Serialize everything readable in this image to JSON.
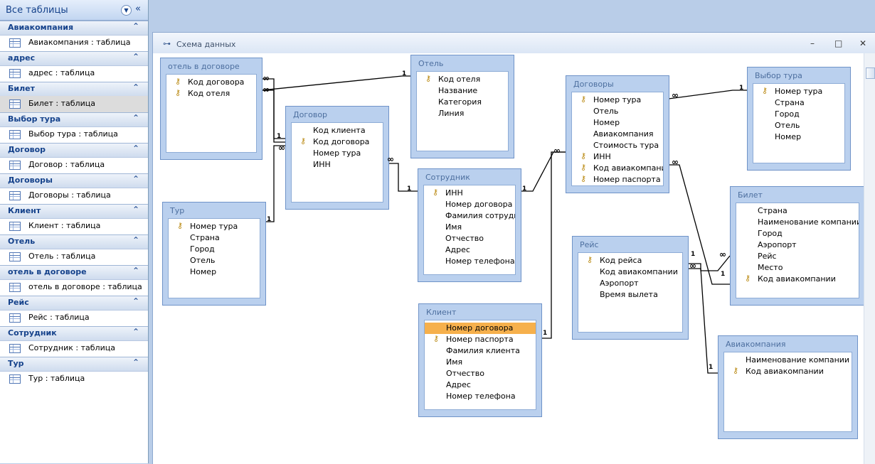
{
  "nav": {
    "title": "Все таблицы",
    "collapse_icon": "«",
    "groups": [
      {
        "name": "Авиакомпания",
        "item": "Авиакомпания : таблица"
      },
      {
        "name": "адрес",
        "item": "адрес : таблица"
      },
      {
        "name": "Билет",
        "item": "Билет : таблица",
        "selected": true
      },
      {
        "name": "Выбор тура",
        "item": "Выбор тура : таблица"
      },
      {
        "name": "Договор",
        "item": "Договор : таблица"
      },
      {
        "name": "Договоры",
        "item": "Договоры : таблица"
      },
      {
        "name": "Клиент",
        "item": "Клиент : таблица"
      },
      {
        "name": "Отель",
        "item": "Отель : таблица"
      },
      {
        "name": "отель в договоре",
        "item": "отель в договоре : таблица"
      },
      {
        "name": "Рейс",
        "item": "Рейс : таблица"
      },
      {
        "name": "Сотрудник",
        "item": "Сотрудник : таблица"
      },
      {
        "name": "Тур",
        "item": "Тур : таблица"
      }
    ]
  },
  "document": {
    "title": "Схема данных",
    "minimize": "–",
    "maximize": "□",
    "close": "✕"
  },
  "tables": {
    "otel_v_dogovore": {
      "title": "отель в договоре",
      "fields": [
        {
          "name": "Код договора",
          "key": true
        },
        {
          "name": "Код отеля",
          "key": true
        }
      ]
    },
    "otel": {
      "title": "Отель",
      "fields": [
        {
          "name": "Код отеля",
          "key": true
        },
        {
          "name": "Название"
        },
        {
          "name": "Категория"
        },
        {
          "name": "Линия"
        }
      ]
    },
    "dogovor": {
      "title": "Договор",
      "fields": [
        {
          "name": "Код клиента"
        },
        {
          "name": "Код договора",
          "key": true
        },
        {
          "name": "Номер тура"
        },
        {
          "name": "ИНН"
        }
      ]
    },
    "tur": {
      "title": "Тур",
      "fields": [
        {
          "name": "Номер тура",
          "key": true
        },
        {
          "name": "Страна"
        },
        {
          "name": "Город"
        },
        {
          "name": "Отель"
        },
        {
          "name": "Номер"
        }
      ]
    },
    "sotrudnik": {
      "title": "Сотрудник",
      "fields": [
        {
          "name": "ИНН",
          "key": true
        },
        {
          "name": "Номер договора"
        },
        {
          "name": "Фамилия сотрудни"
        },
        {
          "name": "Имя"
        },
        {
          "name": "Отчество"
        },
        {
          "name": "Адрес"
        },
        {
          "name": "Номер телефона"
        }
      ]
    },
    "dogovory": {
      "title": "Договоры",
      "fields": [
        {
          "name": "Номер тура",
          "key": true
        },
        {
          "name": "Отель"
        },
        {
          "name": "Номер"
        },
        {
          "name": "Авиакомпания"
        },
        {
          "name": "Стоимость тура"
        },
        {
          "name": "ИНН",
          "key": true
        },
        {
          "name": "Код авиакомпани",
          "key": true
        },
        {
          "name": "Номер паспорта",
          "key": true
        }
      ]
    },
    "vybor_tura": {
      "title": "Выбор тура",
      "fields": [
        {
          "name": "Номер тура",
          "key": true
        },
        {
          "name": "Страна"
        },
        {
          "name": "Город"
        },
        {
          "name": "Отель"
        },
        {
          "name": "Номер"
        }
      ]
    },
    "bilet": {
      "title": "Билет",
      "fields": [
        {
          "name": "Страна"
        },
        {
          "name": "Наименование компании"
        },
        {
          "name": "Город"
        },
        {
          "name": "Аэропорт"
        },
        {
          "name": "Рейс"
        },
        {
          "name": "Место"
        },
        {
          "name": "Код авиакомпании",
          "key": true
        }
      ]
    },
    "reys": {
      "title": "Рейс",
      "fields": [
        {
          "name": "Код рейса",
          "key": true
        },
        {
          "name": "Код авиакомпании"
        },
        {
          "name": "Аэропорт"
        },
        {
          "name": "Время вылета"
        }
      ]
    },
    "klient": {
      "title": "Клиент",
      "fields": [
        {
          "name": "Номер договора",
          "highlight": true
        },
        {
          "name": "Номер паспорта",
          "key": true
        },
        {
          "name": "Фамилия клиента"
        },
        {
          "name": "Имя"
        },
        {
          "name": "Отчество"
        },
        {
          "name": "Адрес"
        },
        {
          "name": "Номер телефона"
        }
      ]
    },
    "aviakompaniya": {
      "title": "Авиакомпания",
      "fields": [
        {
          "name": "Наименование компании"
        },
        {
          "name": "Код авиакомпании",
          "key": true
        }
      ]
    }
  },
  "cardinality": {
    "one": "1",
    "many": "∞"
  },
  "icons": {
    "key": "key-icon",
    "table": "table-icon",
    "diagram": "relationships-icon"
  }
}
